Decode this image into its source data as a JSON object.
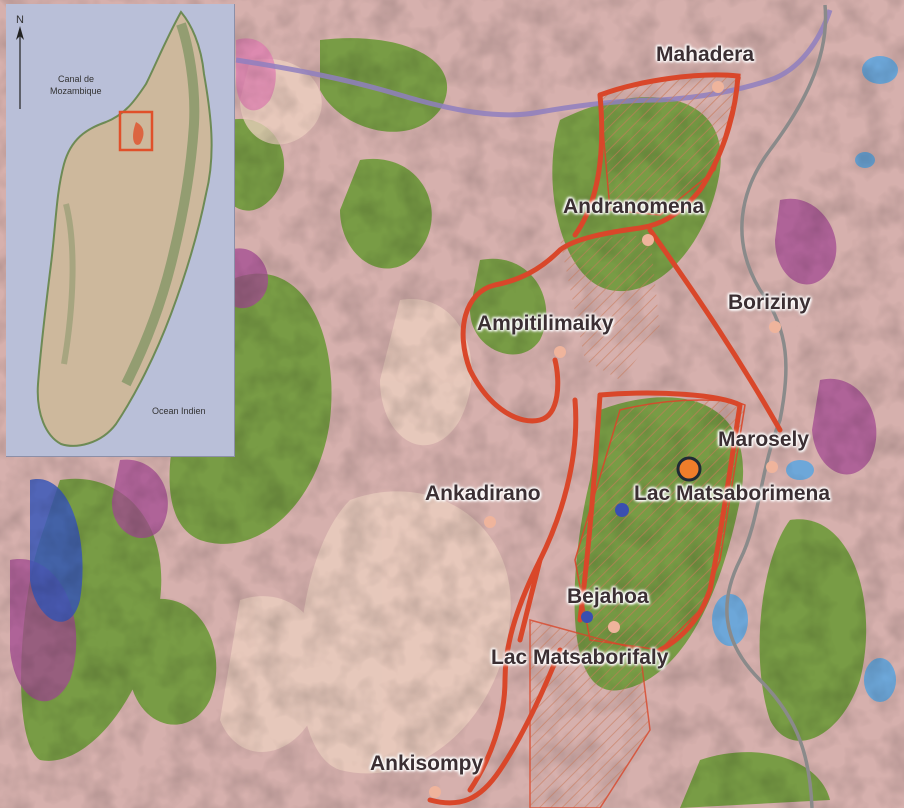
{
  "map": {
    "colors": {
      "background_pink": "#d9aeae",
      "forest_green": "#6e9a3a",
      "savanna_light": "#e5c8b8",
      "route_red": "#d9472a",
      "river_purple": "#8f7fbf",
      "road_gray": "#8a8a8a",
      "marker_orange": "#ef7d2a",
      "marker_blue": "#3a4fb0",
      "village_dot": "#efb49c"
    },
    "places": [
      {
        "label": "Mahadera",
        "icon": "village-dot"
      },
      {
        "label": "Andranomena",
        "icon": "village-dot"
      },
      {
        "label": "Boriziny",
        "icon": "village-dot"
      },
      {
        "label": "Ampitilimaiky",
        "icon": "village-dot"
      },
      {
        "label": "Marosely",
        "icon": "village-dot"
      },
      {
        "label": "Ankadirano",
        "icon": "village-dot"
      },
      {
        "label": "Lac Matsaborimena",
        "icon": "lake-dot"
      },
      {
        "label": "Bejahoa",
        "icon": "lake-dot"
      },
      {
        "label": "Lac Matsaborifaly",
        "icon": "village-dot"
      },
      {
        "label": "Ankisompy",
        "icon": "village-dot"
      }
    ],
    "highlight_marker": "orange-circle-marker"
  },
  "inset": {
    "north_label": "N",
    "sea_label_line1": "Canal de",
    "sea_label_line2": "Mozambique",
    "ocean_label": "Ocean Indien",
    "highlight_box_color": "#e0502a"
  }
}
